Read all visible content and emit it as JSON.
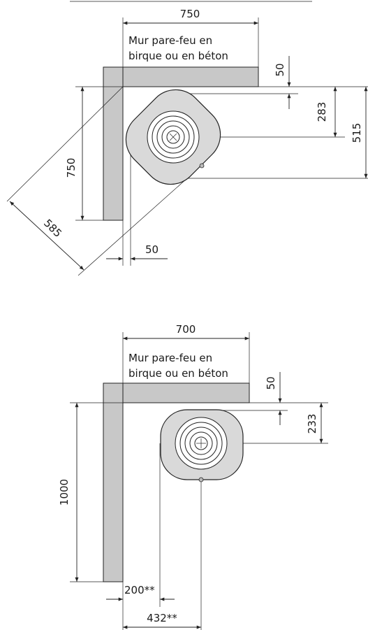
{
  "diagrams": [
    {
      "wall_label_line1": "Mur pare-feu en",
      "wall_label_line2": "birque ou en béton",
      "dims": {
        "top_width": "750",
        "wall_gap": "50",
        "center_offset": "283",
        "depth": "515",
        "left_height": "750",
        "diagonal": "585",
        "side_gap": "50"
      }
    },
    {
      "wall_label_line1": "Mur pare-feu en",
      "wall_label_line2": "birque ou en béton",
      "dims": {
        "top_width": "700",
        "wall_gap": "50",
        "center_offset": "233",
        "left_height": "1000",
        "side_clearance": "200**",
        "center_distance": "432**"
      }
    }
  ]
}
